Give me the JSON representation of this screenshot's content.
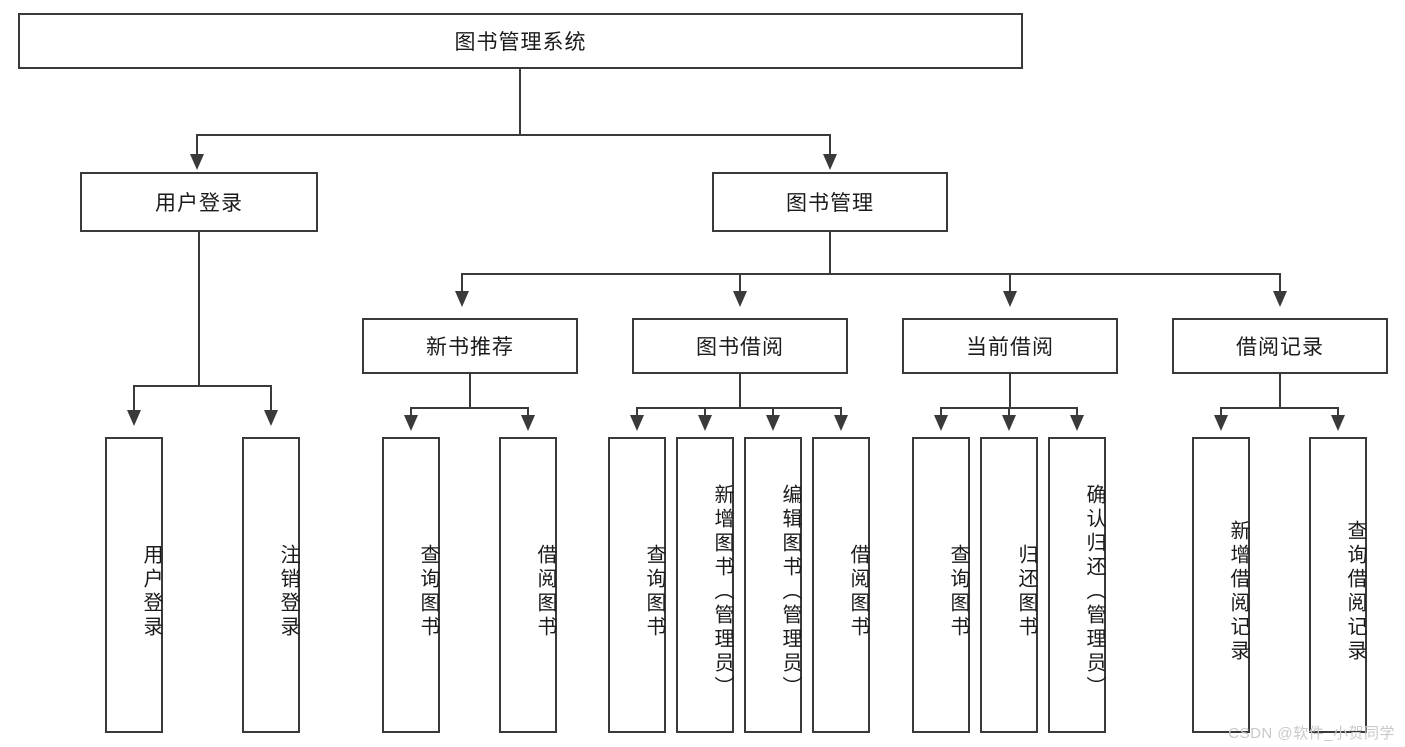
{
  "diagram": {
    "type": "tree-hierarchy-diagram",
    "title": "图书管理系统",
    "watermark": "CSDN @软件_小贺同学",
    "colors": {
      "stroke": "#3a3a3a",
      "fill": "#ffffff",
      "text": "#1b1b1b",
      "watermark": "#c9c9c9"
    },
    "levels": {
      "root": {
        "label": "图书管理系统"
      },
      "level2": [
        {
          "label": "用户登录"
        },
        {
          "label": "图书管理"
        }
      ],
      "level3": [
        {
          "label": "新书推荐"
        },
        {
          "label": "图书借阅"
        },
        {
          "label": "当前借阅"
        },
        {
          "label": "借阅记录"
        }
      ],
      "leaves": {
        "user_login": [
          {
            "label": "用户登录"
          },
          {
            "label": "注销登录"
          }
        ],
        "new_book_recommend": [
          {
            "label": "查询图书"
          },
          {
            "label": "借阅图书"
          }
        ],
        "book_borrow": [
          {
            "label": "查询图书"
          },
          {
            "label": "新增图书（管理员）"
          },
          {
            "label": "编辑图书（管理员）"
          },
          {
            "label": "借阅图书"
          }
        ],
        "current_borrow": [
          {
            "label": "查询图书"
          },
          {
            "label": "归还图书"
          },
          {
            "label": "确认归还（管理员）"
          }
        ],
        "borrow_record": [
          {
            "label": "新增借阅记录"
          },
          {
            "label": "查询借阅记录"
          }
        ]
      }
    }
  }
}
